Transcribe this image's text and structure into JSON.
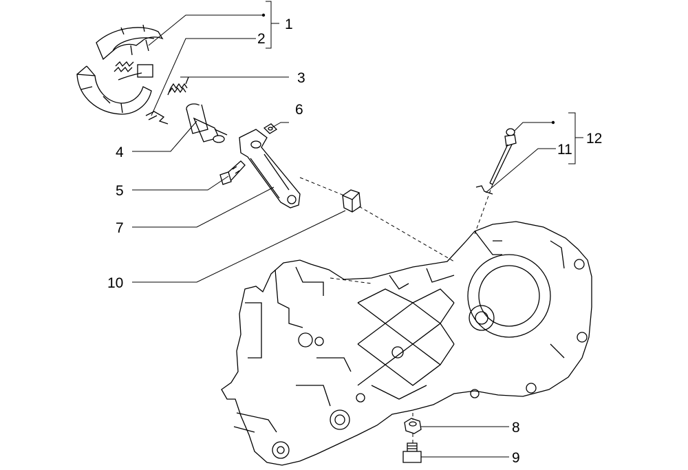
{
  "diagram": {
    "callouts": [
      {
        "id": "1",
        "label": "1"
      },
      {
        "id": "2",
        "label": "2"
      },
      {
        "id": "3",
        "label": "3"
      },
      {
        "id": "4",
        "label": "4"
      },
      {
        "id": "5",
        "label": "5"
      },
      {
        "id": "6",
        "label": "6"
      },
      {
        "id": "7",
        "label": "7"
      },
      {
        "id": "8",
        "label": "8"
      },
      {
        "id": "9",
        "label": "9"
      },
      {
        "id": "10",
        "label": "10"
      },
      {
        "id": "11",
        "label": "11"
      },
      {
        "id": "12",
        "label": "12"
      }
    ],
    "parts": [
      "brake-shoe-pair",
      "brake-shoe-clip",
      "brake-spring",
      "brake-camshaft",
      "lever-bolt",
      "lever-washer",
      "brake-lever",
      "plug",
      "drain-screw",
      "bushing",
      "dipstick-o-ring",
      "oil-dipstick",
      "engine-crankcase"
    ]
  }
}
